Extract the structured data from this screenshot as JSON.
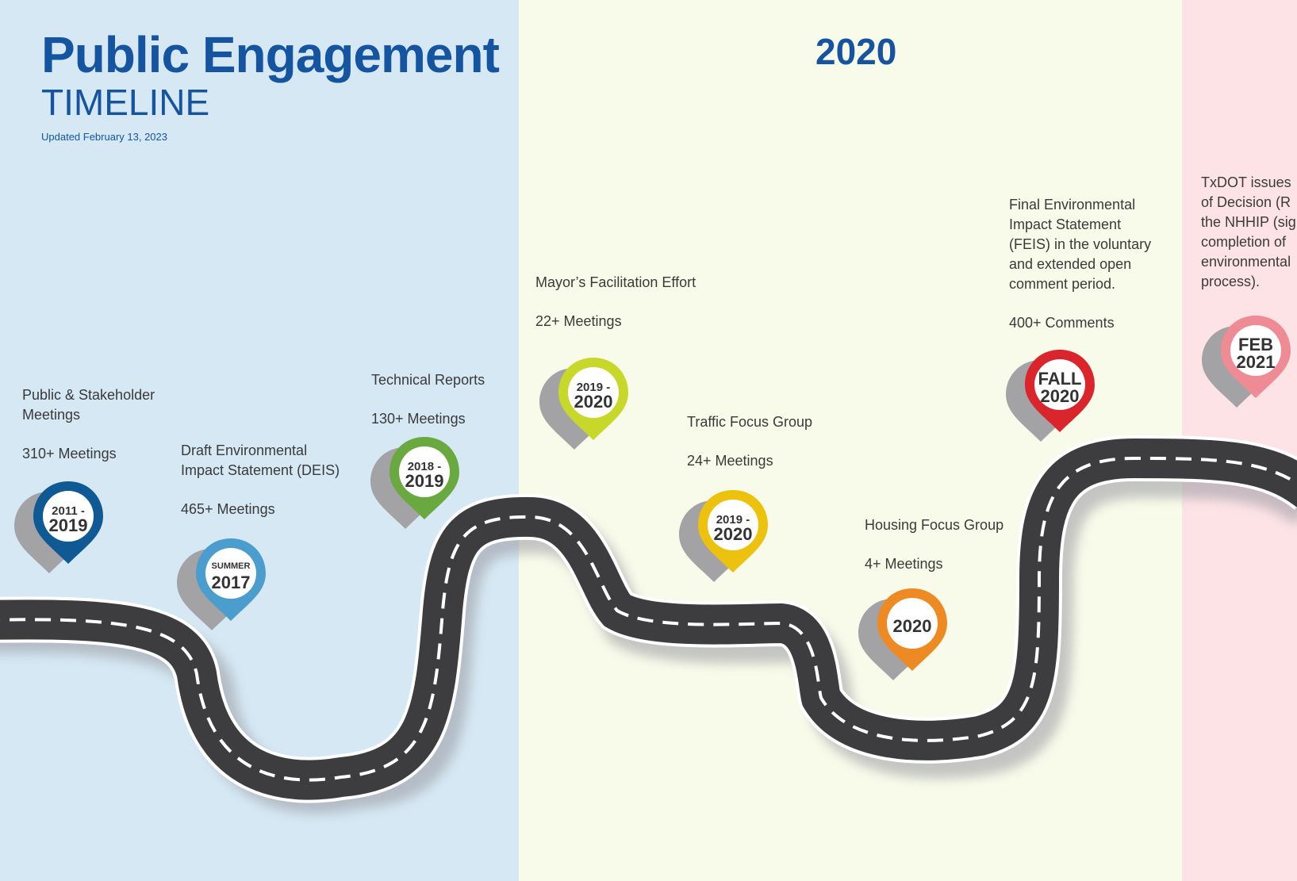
{
  "header": {
    "title": "Public Engagement",
    "subtitle": "TIMELINE",
    "updated": "Updated February 13, 2023"
  },
  "year_heading": "2020",
  "colors": {
    "band_blue": "#d5e8f3",
    "band_cream": "#f8fbea",
    "band_pink": "#fde3e6",
    "title_blue": "#1554a0",
    "road": "#3d3d3f"
  },
  "milestones": [
    {
      "id": "public-stakeholder",
      "badge_top": "2011 -",
      "badge_main": "2019",
      "color": "#0f5a94",
      "label_lines": [
        "Public & Stakeholder",
        "Meetings"
      ],
      "count": "310+ Meetings"
    },
    {
      "id": "deis",
      "badge_top": "SUMMER",
      "badge_main": "2017",
      "color": "#4a9dcc",
      "label_lines": [
        "Draft Environmental",
        "Impact Statement (DEIS)"
      ],
      "count": "465+ Meetings"
    },
    {
      "id": "technical-reports",
      "badge_top": "2018 -",
      "badge_main": "2019",
      "color": "#6aa840",
      "label_lines": [
        "Technical Reports"
      ],
      "count": "130+ Meetings"
    },
    {
      "id": "mayor-facilitation",
      "badge_top": "2019 -",
      "badge_main": "2020",
      "color": "#c8d82a",
      "label_lines": [
        "Mayor’s Facilitation Effort"
      ],
      "count": "22+ Meetings"
    },
    {
      "id": "traffic-focus",
      "badge_top": "2019 -",
      "badge_main": "2020",
      "color": "#edc20e",
      "label_lines": [
        "Traffic Focus Group"
      ],
      "count": "24+ Meetings"
    },
    {
      "id": "housing-focus",
      "badge_top": "",
      "badge_main": "2020",
      "color": "#ee8a23",
      "label_lines": [
        "Housing Focus Group"
      ],
      "count": "4+ Meetings"
    },
    {
      "id": "feis",
      "badge_top": "FALL",
      "badge_main": "2020",
      "color": "#d9252b",
      "label_lines": [
        "Final Environmental",
        "Impact Statement",
        "(FEIS) in the voluntary",
        "and extended open",
        "comment period."
      ],
      "count": "400+ Comments"
    },
    {
      "id": "record-of-decision",
      "badge_top": "FEB",
      "badge_main": "2021",
      "color": "#ef8b95",
      "label_lines": [
        "TxDOT issues",
        "of Decision (R",
        "the NHHIP (sig",
        "completion of",
        "environmental",
        "process)."
      ],
      "count": ""
    }
  ]
}
